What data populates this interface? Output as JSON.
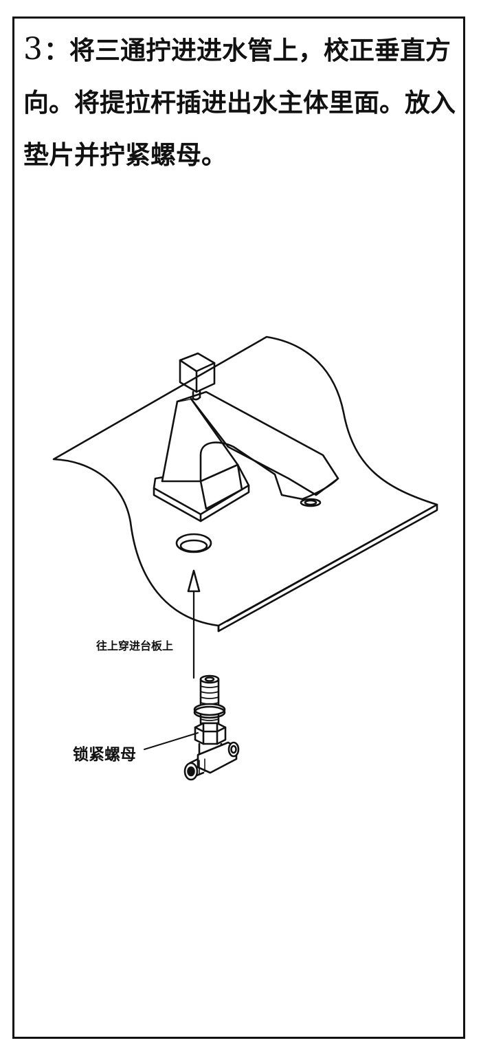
{
  "instruction": {
    "step_number": "3",
    "text": "：将三通拧进进水管上，校正垂直方向。将提拉杆插进出水主体里面。放入垫片并拧紧螺母。"
  },
  "labels": {
    "push_up": "往上穿进台板上",
    "lock_nut": "锁紧螺母"
  },
  "colors": {
    "line": "#111111",
    "background": "#ffffff"
  }
}
